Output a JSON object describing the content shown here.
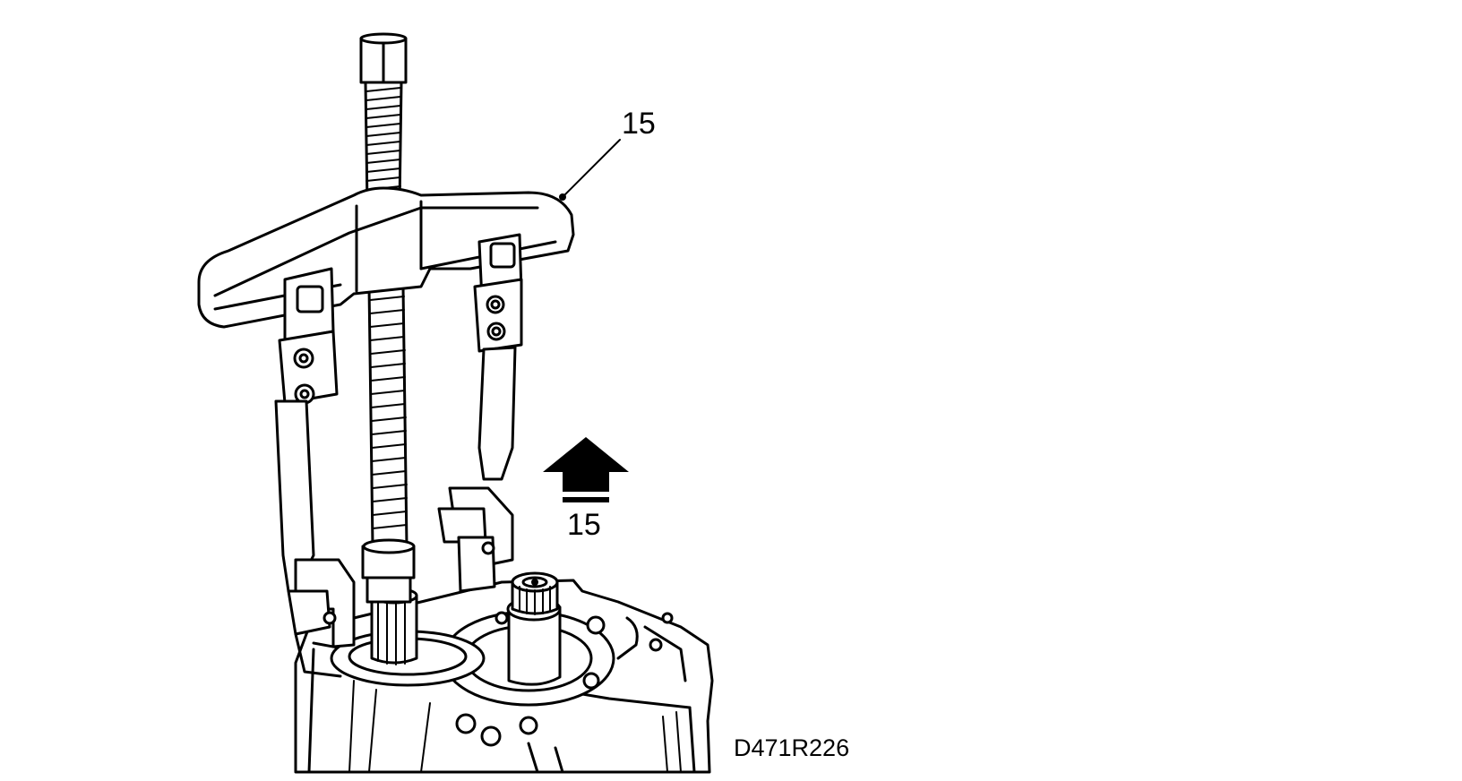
{
  "callouts": {
    "part_label": "15",
    "arrow_label": "15"
  },
  "figure_code": "D471R226",
  "colors": {
    "ink": "#000000",
    "background": "#ffffff"
  }
}
